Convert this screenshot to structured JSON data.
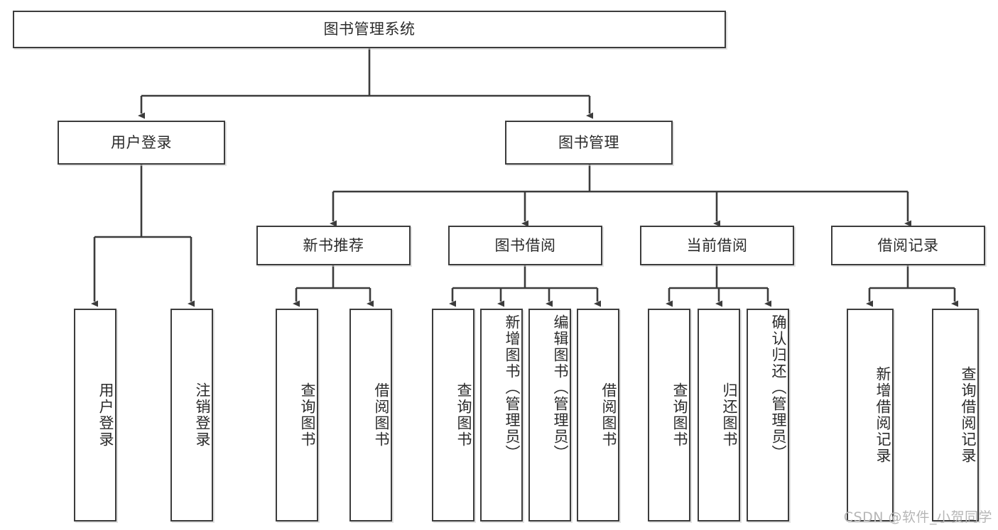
{
  "diagram": {
    "type": "tree-hierarchy",
    "title": "图书管理系统",
    "line_color": "#3c3c3c",
    "box_fill": "#ffffff",
    "text_color": "#2b2b2b",
    "watermark": "CSDN @软件_小贺同学",
    "nodes": {
      "root": {
        "label": "图书管理系统"
      },
      "level1": [
        {
          "label": "用户登录"
        },
        {
          "label": "图书管理"
        }
      ],
      "level2": [
        {
          "label": "新书推荐"
        },
        {
          "label": "图书借阅"
        },
        {
          "label": "当前借阅"
        },
        {
          "label": "借阅记录"
        }
      ],
      "leaves_user_login": [
        {
          "label": "用户登录"
        },
        {
          "label": "注销登录"
        }
      ],
      "leaves_new_books": [
        {
          "label": "查询图书"
        },
        {
          "label": "借阅图书"
        }
      ],
      "leaves_borrow_books": [
        {
          "label": "查询图书"
        },
        {
          "label": "新增图书（管理员）"
        },
        {
          "label": "编辑图书（管理员）"
        },
        {
          "label": "借阅图书"
        }
      ],
      "leaves_current_borrow": [
        {
          "label": "查询图书"
        },
        {
          "label": "归还图书"
        },
        {
          "label": "确认归还（管理员）"
        }
      ],
      "leaves_borrow_records": [
        {
          "label": "新增借阅记录"
        },
        {
          "label": "查询借阅记录"
        }
      ]
    }
  }
}
